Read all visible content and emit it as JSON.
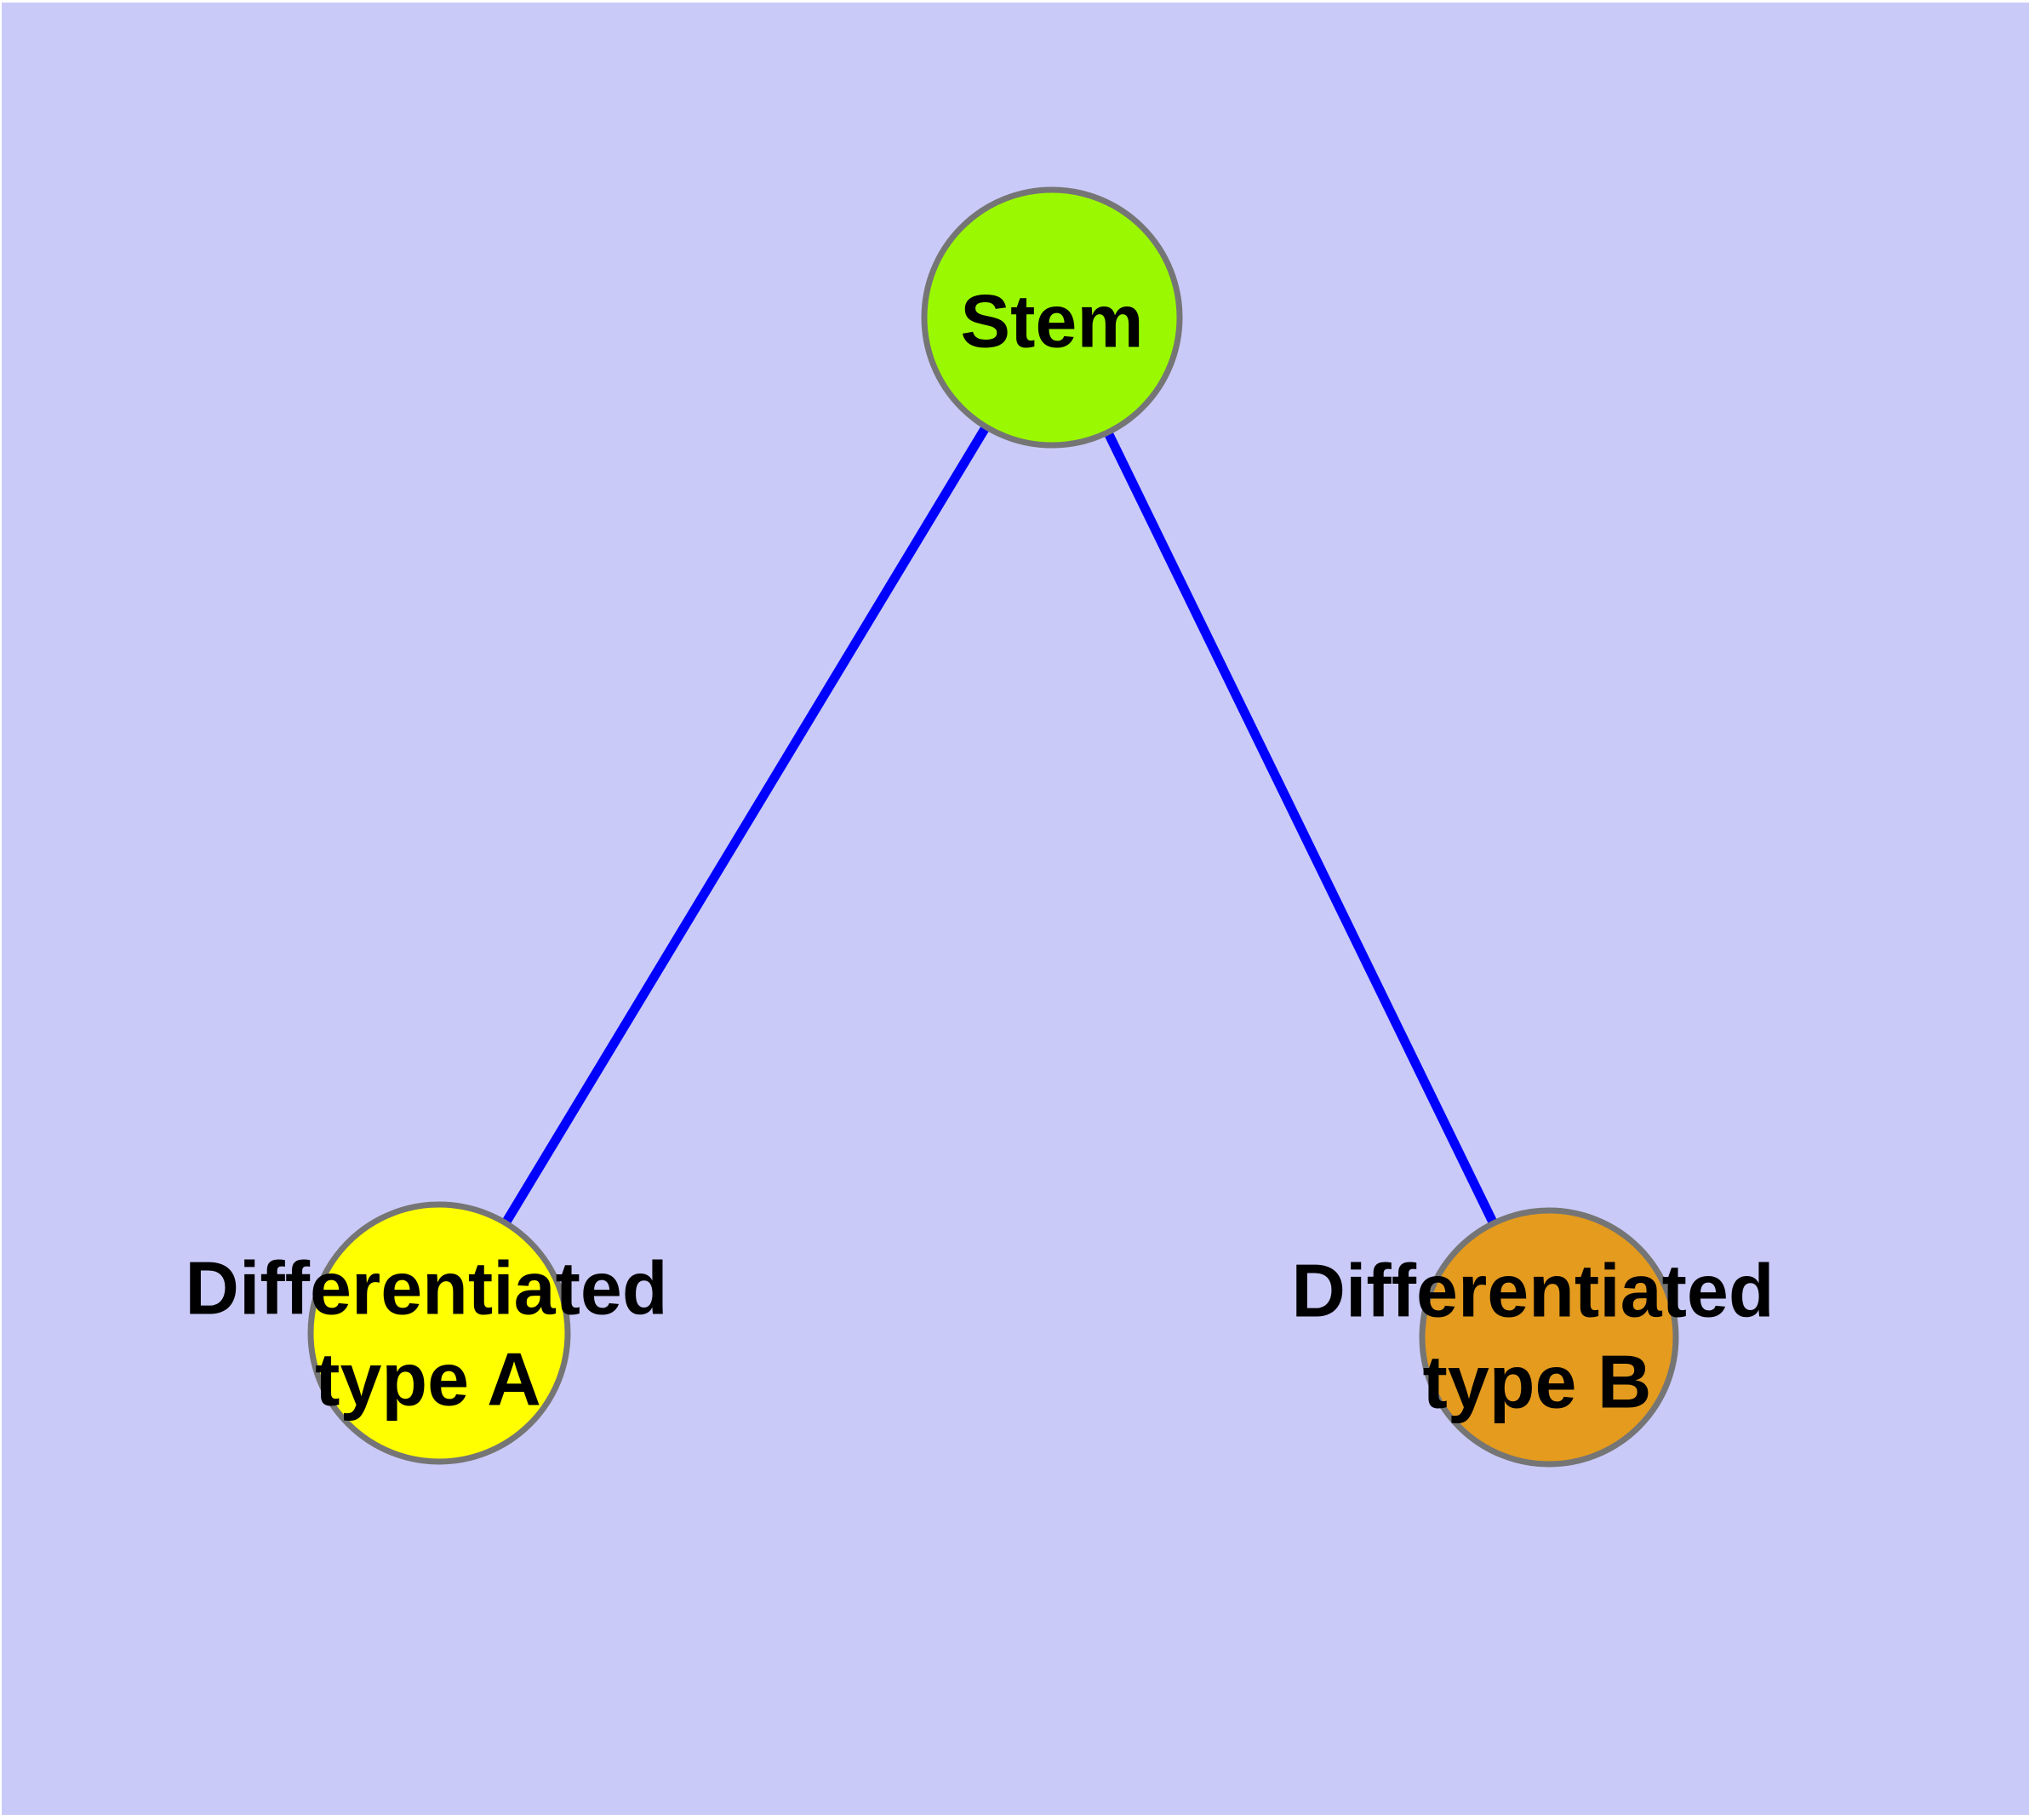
{
  "diagram": {
    "type": "graph",
    "description": "Stem cell differentiation hierarchy with one stem node and two differentiated cell type nodes",
    "background_color": "#CACAF8",
    "frame_color": "#FFFFFF",
    "edge_color": "#0000FF",
    "node_border_color": "#757575",
    "label_color": "#000000",
    "nodes": [
      {
        "id": "stem",
        "label": "Stem",
        "line1": "Stem",
        "color": "#9AF900"
      },
      {
        "id": "differentiated-type-a",
        "label": "Differentiated type A",
        "line1": "Differentiated",
        "line2": "type A",
        "color": "#FFFF00"
      },
      {
        "id": "differentiated-type-b",
        "label": "Differentiated type B",
        "line1": "Differentiated",
        "line2": "type B",
        "color": "#E49B1E"
      }
    ],
    "edges": [
      {
        "from": "stem",
        "to": "differentiated-type-a"
      },
      {
        "from": "stem",
        "to": "differentiated-type-b"
      }
    ]
  }
}
